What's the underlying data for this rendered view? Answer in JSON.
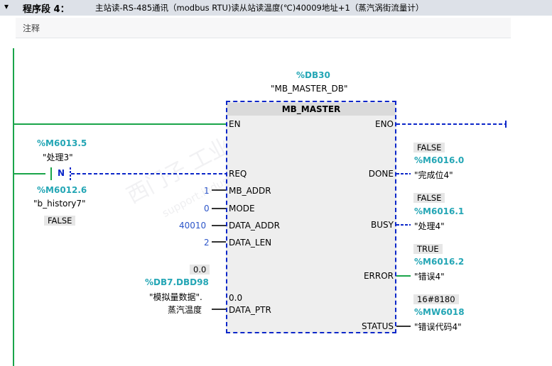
{
  "header": {
    "collapse_glyph": "▾",
    "segment_label": "程序段 4：",
    "segment_comment": "主站读-RS-485通讯（modbus RTU)读从站读温度(℃)40009地址+1（蒸汽涡街流量计）",
    "comment_label": "注释"
  },
  "instance_db": {
    "address": "%DB30",
    "name": "\"MB_MASTER_DB\""
  },
  "block": {
    "title": "MB_MASTER",
    "inputs": [
      "EN",
      "REQ",
      "MB_ADDR",
      "MODE",
      "DATA_ADDR",
      "DATA_LEN",
      "DATA_PTR"
    ],
    "outputs": [
      "ENO",
      "DONE",
      "BUSY",
      "ERROR",
      "STATUS"
    ]
  },
  "req_contact": {
    "address": "%M6013.5",
    "symbol": "\"处理3\"",
    "glyph": "N",
    "edge_address": "%M6012.6",
    "edge_symbol": "\"b_history7\"",
    "edge_value": "FALSE"
  },
  "input_values": {
    "mb_addr": "1",
    "mode": "0",
    "data_addr": "40010",
    "data_len": "2"
  },
  "data_ptr": {
    "value_top": "0.0",
    "address": "%DB7.DBD98",
    "symbol_line1": "\"模拟量数据\".",
    "symbol_line2": "蒸汽温度",
    "value_inner": "0.0"
  },
  "out_done": {
    "value": "FALSE",
    "address": "%M6016.0",
    "symbol": "\"完成位4\""
  },
  "out_busy": {
    "value": "FALSE",
    "address": "%M6016.1",
    "symbol": "\"处理4\""
  },
  "out_error": {
    "value": "TRUE",
    "address": "%M6016.2",
    "symbol": "\"错误4\""
  },
  "out_status": {
    "value": "16#8180",
    "address": "%MW6018",
    "symbol": "\"错误代码4\""
  },
  "watermark": {
    "line1": "西门子 工业 找答案",
    "line2": "support.industry.siemens.com/cs"
  },
  "colors": {
    "powered": "#1aa54a",
    "dashed": "#0c27c9",
    "operand": "#24a6b5",
    "constant": "#2d56c9"
  }
}
